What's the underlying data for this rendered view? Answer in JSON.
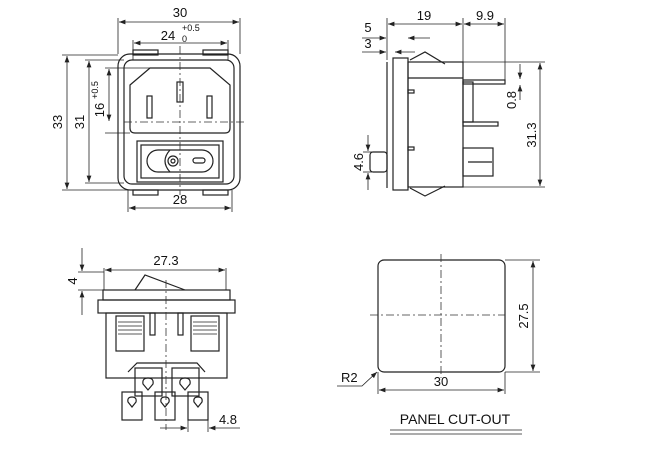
{
  "front_view": {
    "width": "30",
    "opening_width": "24",
    "tol_plus": "+0.5",
    "tol_minus": "0",
    "height": "33",
    "inner_height": "31",
    "socket_height": "16",
    "bottom_width": "28"
  },
  "side_view": {
    "depth": "19",
    "terminal_depth": "9.9",
    "dim_5": "5",
    "dim_3": "3",
    "dim_08": "0.8",
    "height": "31.3",
    "button": "4.6"
  },
  "bottom_view": {
    "width": "27.3",
    "rocker_height": "4",
    "terminal_pitch": "4.8"
  },
  "panel_cutout": {
    "title": "PANEL CUT-OUT",
    "width": "30",
    "height": "27.5",
    "radius": "R2"
  }
}
